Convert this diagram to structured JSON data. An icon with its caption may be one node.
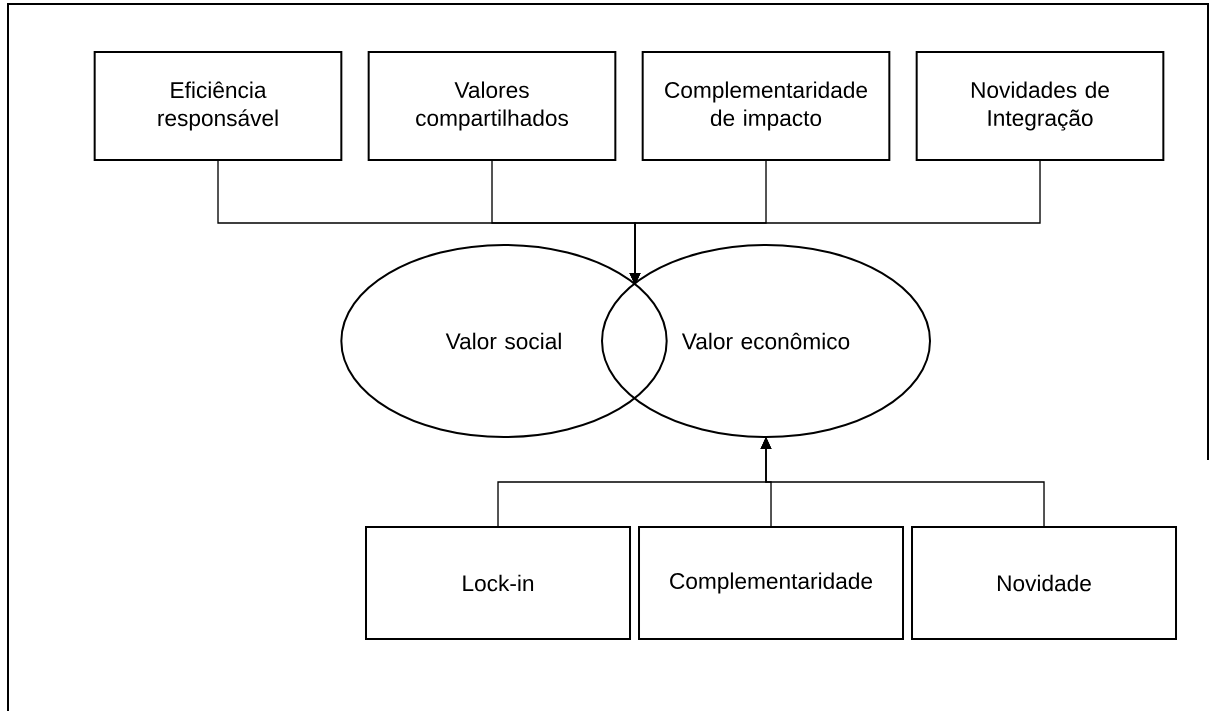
{
  "diagram": {
    "nodes": [
      {
        "text": [
          "Eficiência responsável"
        ]
      },
      {
        "text": [
          "Valores compartilhados"
        ]
      },
      {
        "text": [
          "Complementaridade de impacto"
        ]
      },
      {
        "text": [
          "Novidades de Integração"
        ]
      },
      {
        "text": [
          "Valor social"
        ]
      },
      {
        "text": [
          "Valor econômico"
        ]
      },
      {
        "text": [
          "Lock-in"
        ]
      },
      {
        "text": [
          "Complementaridade"
        ]
      },
      {
        "text": [
          "Novidade"
        ]
      }
    ],
    "edges": [
      {
        "from": 0,
        "to": 4,
        "arrow": "to"
      },
      {
        "from": 1,
        "to": 4,
        "arrow": "to"
      },
      {
        "from": 2,
        "to": 4,
        "arrow": "to"
      },
      {
        "from": 3,
        "to": 4,
        "arrow": "to"
      },
      {
        "from": 6,
        "to": 5,
        "arrow": "to"
      },
      {
        "from": 7,
        "to": 5,
        "arrow": "to"
      },
      {
        "from": 8,
        "to": 5,
        "arrow": "to"
      }
    ]
  }
}
